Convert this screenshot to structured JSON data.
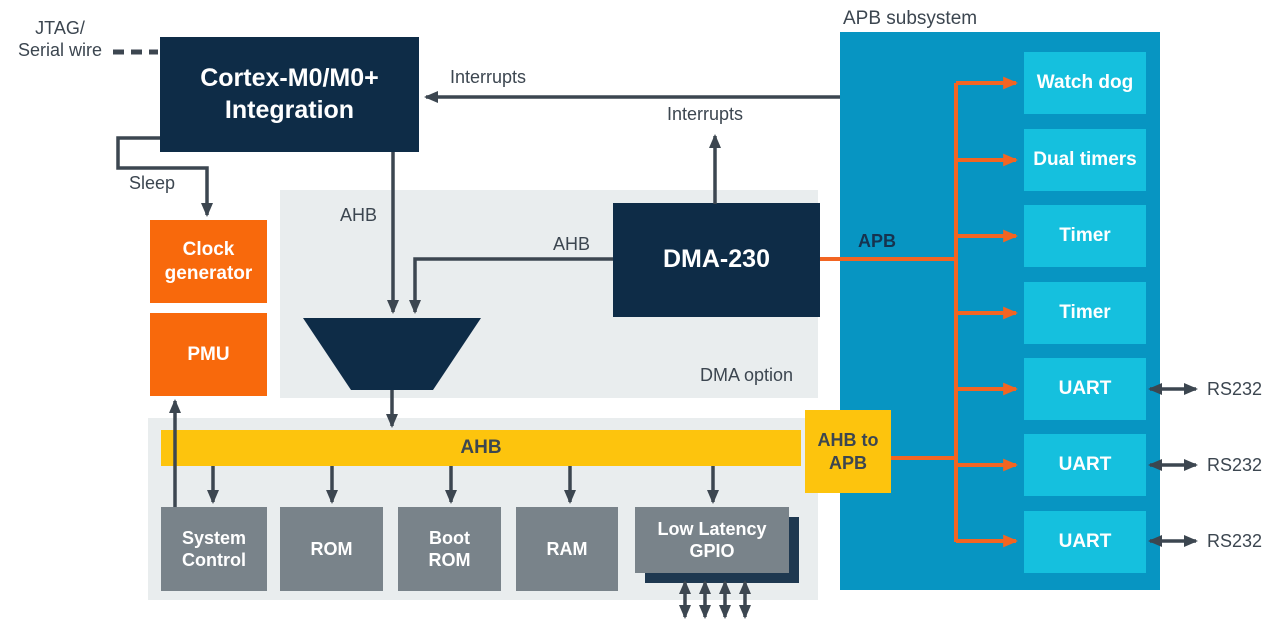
{
  "colors": {
    "navy": "#0e2c47",
    "orange_box": "#f8690c",
    "orange_line": "#f26522",
    "yellow": "#fdc40d",
    "teal": "#0795c2",
    "cyan": "#15c0de",
    "gray_box": "#79838a",
    "region_gray": "#e9edee",
    "line_dark": "#3c4650"
  },
  "labels": {
    "jtag": "JTAG/\nSerial wire",
    "sleep": "Sleep",
    "interrupts_cpu": "Interrupts",
    "interrupts_dma": "Interrupts",
    "ahb_cpu": "AHB",
    "ahb_dma": "AHB",
    "ahb_bus": "AHB",
    "apb_bus": "APB",
    "dma_option": "DMA option",
    "apb_subsystem": "APB subsystem"
  },
  "blocks": {
    "cortex": "Cortex-M0/M0+ Integration",
    "clock_generator": "Clock generator",
    "pmu": "PMU",
    "dma": "DMA-230",
    "ahb_to_apb": "AHB to APB"
  },
  "memory": [
    {
      "label": "System Control"
    },
    {
      "label": "ROM"
    },
    {
      "label": "Boot ROM"
    },
    {
      "label": "RAM"
    },
    {
      "label": "Low Latency GPIO"
    }
  ],
  "apb": {
    "peripherals": [
      {
        "label": "Watch dog"
      },
      {
        "label": "Dual timers"
      },
      {
        "label": "Timer"
      },
      {
        "label": "Timer"
      },
      {
        "label": "UART"
      },
      {
        "label": "UART"
      },
      {
        "label": "UART"
      }
    ]
  },
  "rs232": [
    {
      "label": "RS232"
    },
    {
      "label": "RS232"
    },
    {
      "label": "RS232"
    }
  ]
}
